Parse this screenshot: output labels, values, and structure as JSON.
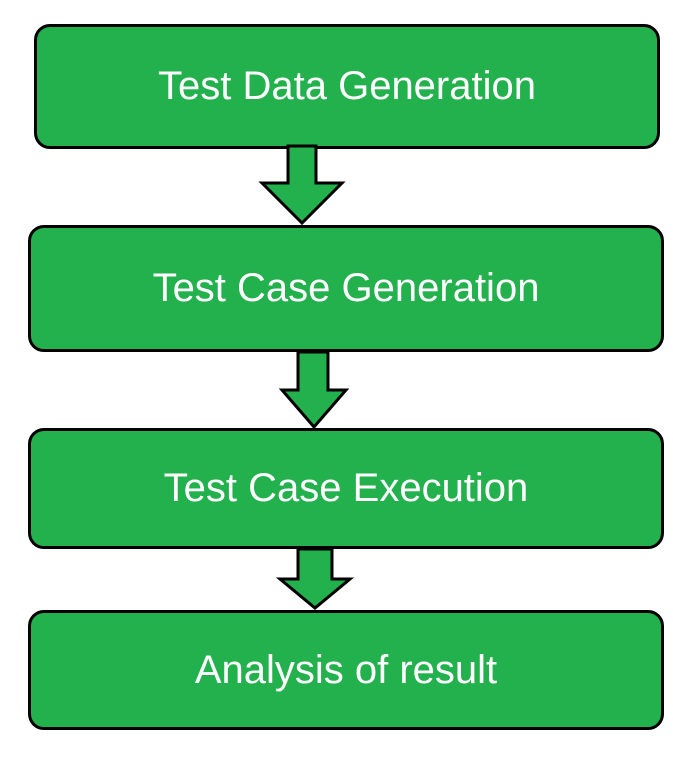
{
  "diagram": {
    "steps": [
      {
        "label": "Test Data Generation"
      },
      {
        "label": "Test Case Generation"
      },
      {
        "label": "Test Case Execution"
      },
      {
        "label": "Analysis of result"
      }
    ],
    "colors": {
      "box_fill": "#22b14c",
      "box_border": "#000000",
      "text": "#ffffff",
      "arrow_fill": "#22b14c",
      "arrow_stroke": "#000000"
    },
    "connector_icon": "down-arrow-icon"
  }
}
